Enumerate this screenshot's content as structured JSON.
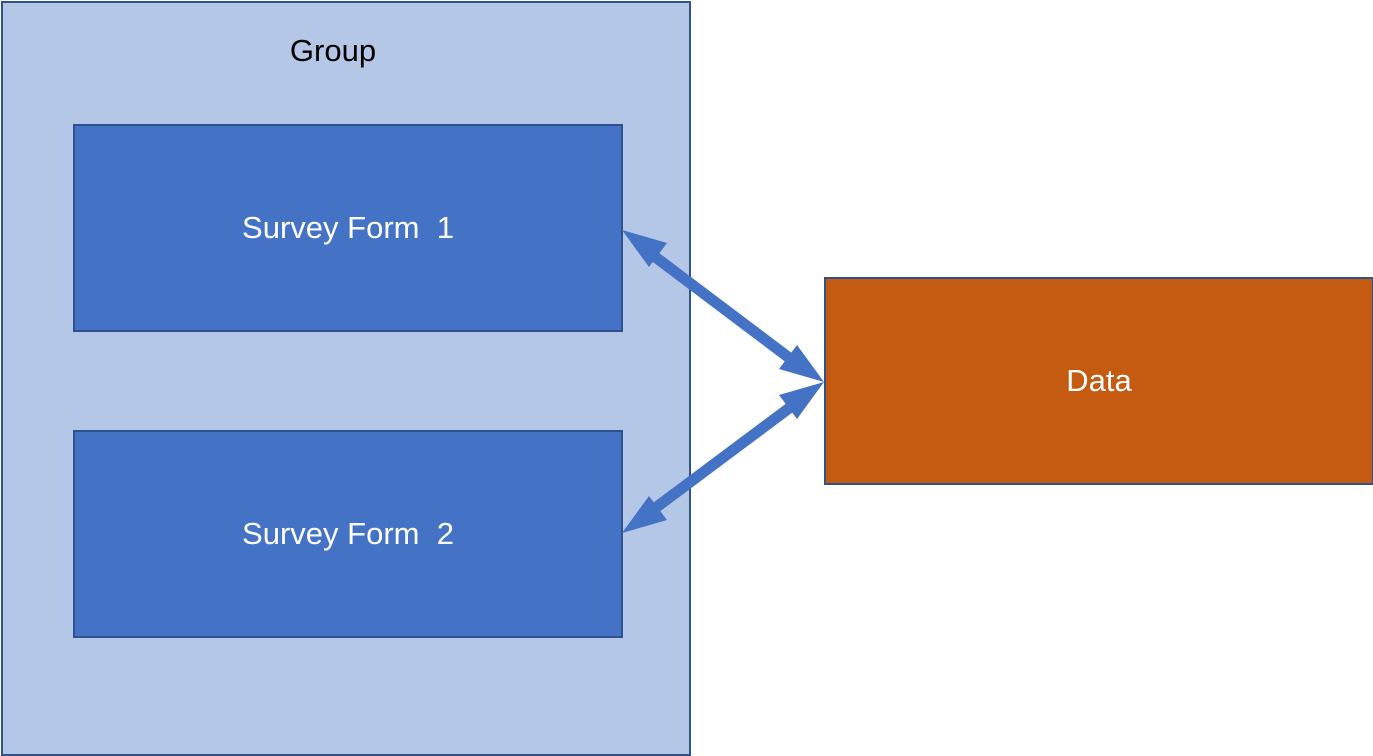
{
  "diagram": {
    "group": {
      "title": "Group",
      "forms": [
        {
          "label": "Survey Form  1"
        },
        {
          "label": "Survey Form  2"
        }
      ]
    },
    "data_store": {
      "label": "Data"
    },
    "connections": [
      {
        "from": "Survey Form  1",
        "to": "Data",
        "bidirectional": true
      },
      {
        "from": "Survey Form  2",
        "to": "Data",
        "bidirectional": true
      }
    ],
    "colors": {
      "group_fill": "#b4c7e7",
      "form_fill": "#4472c4",
      "data_fill": "#c55a11",
      "border": "#2f528f",
      "arrow": "#4472c4"
    }
  }
}
